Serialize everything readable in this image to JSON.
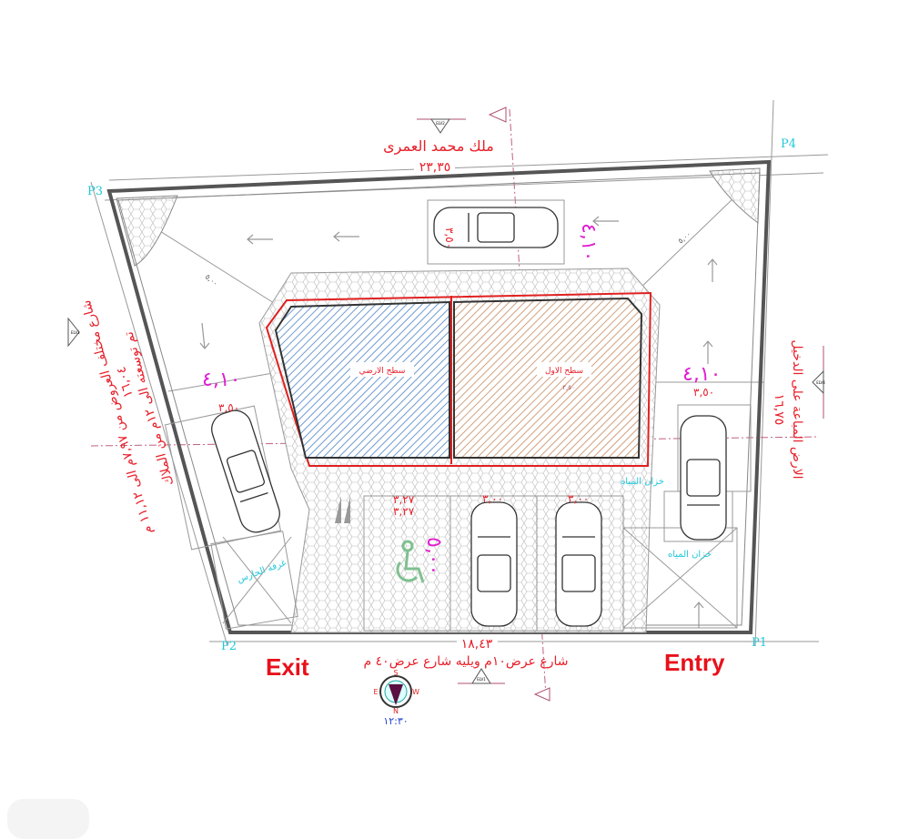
{
  "points": {
    "p1": "P1",
    "p2": "P2",
    "p3": "P3",
    "p4": "P4"
  },
  "north_neighbor": "ملك محمد العمرى",
  "north_length": "٢٣,٣٥",
  "south_length": "١٨,٤٣",
  "south_street": "شارع عرض١٠م ويليه شارع عرض٤٠ م",
  "west_street": "شارع مختلف العروض من ٧,٩٧م الى ١١,١٢ م",
  "west_length": "١٦,٠٤",
  "west_note": "تم توسعته الى ١٢م من الملاك",
  "east_note": "الارض المباعة على الدخيل",
  "east_length": "١٦,٧٥",
  "exit_label": "Exit",
  "entry_label": "Entry",
  "building": {
    "ground_roof": "سطح الارضي",
    "first_roof": "سطح الاول",
    "first_level": "٢,٥٠"
  },
  "dims": {
    "setback_a": "٥,٠٠",
    "setback_b": "٥,٠٠",
    "left_depth": "٤,١٠",
    "right_depth": "٤,١٠",
    "top_depth": "٤,١٠",
    "left_width": "٣,٥٠",
    "right_width": "٣,٥٠",
    "top_width": "٣,٥٠",
    "disabled_width_a": "٣,٢٧",
    "disabled_width_b": "٣,٢٧",
    "bay_a": "٣,٠٠",
    "bay_b": "٣,٠٠",
    "disabled_depth": "٥,٠٠"
  },
  "labels": {
    "water_tank_a": "خزان المياه",
    "water_tank_b": "خزان المياه",
    "guard": "غرفة الحارس"
  },
  "section_marks": {
    "top": "ELV2",
    "bottom": "ELV1",
    "right": "ELV4",
    "left": "ELV3"
  },
  "compass": {
    "n": "N",
    "s": "S",
    "e": "E",
    "w": "W",
    "caption": "١٢:٣٠"
  },
  "colors": {
    "dim_red": "#e8202a",
    "ground_fill": "#5a8fc8",
    "first_fill": "#c8906a",
    "point_cyan": "#20c8d8"
  }
}
